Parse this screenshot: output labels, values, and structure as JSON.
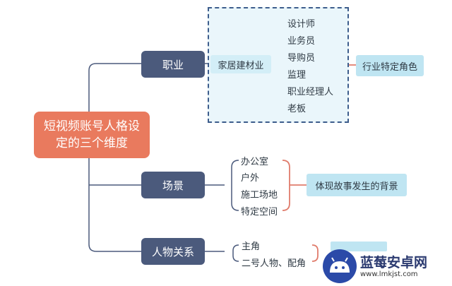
{
  "root": "短视频账号人格设定的三个维度",
  "dimensions": {
    "career": {
      "label": "职业",
      "industry": "家居建材业",
      "roles": [
        "设计师",
        "业务员",
        "导购员",
        "监理",
        "职业经理人",
        "老板"
      ],
      "summary": "行业特定角色"
    },
    "scene": {
      "label": "场景",
      "items": [
        "办公室",
        "户外",
        "施工场地",
        "特定空间"
      ],
      "summary": "体现故事发生的背景"
    },
    "relations": {
      "label": "人物关系",
      "items": [
        "主角",
        "二号人物、配角"
      ]
    }
  },
  "watermark": {
    "name": "蓝莓安卓网",
    "url": "www.lmkjst.com"
  },
  "colors": {
    "root": "#e97a5e",
    "category": "#4b5a7c",
    "summary": "#bfe5f2",
    "bracket": "#e07b6b",
    "connector": "#4b5a7c",
    "dashed_border": "#3d5d8c"
  }
}
